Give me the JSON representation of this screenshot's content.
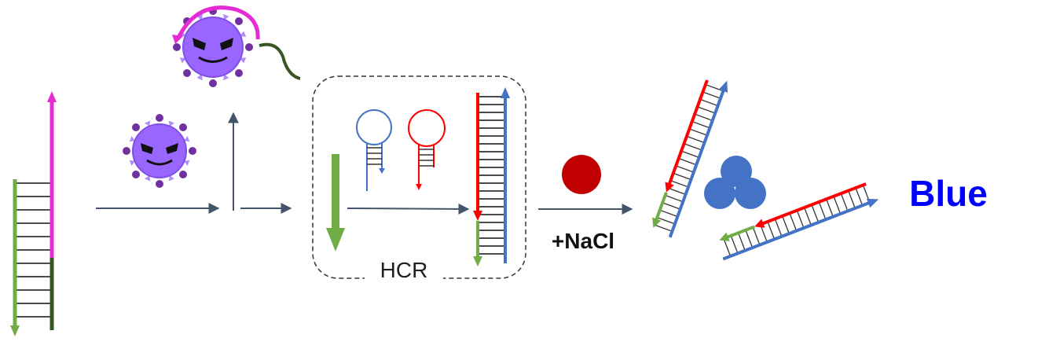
{
  "labels": {
    "hcr": "HCR",
    "nacl": "+NaCl",
    "result": "Blue"
  },
  "colors": {
    "green": "#70ad47",
    "magenta": "#e62ad4",
    "darkgreen": "#375623",
    "red": "#ff0000",
    "blue": "#4472c4",
    "arrow": "#44546a",
    "virus": "#9966ff",
    "virus_spike": "#7030a0",
    "gold": "#c00000",
    "aunp": "#4472c4",
    "result_text": "#0000ff"
  },
  "icons": [
    "virus-icon",
    "hairpin-icon",
    "gold-nanoparticle-icon"
  ]
}
